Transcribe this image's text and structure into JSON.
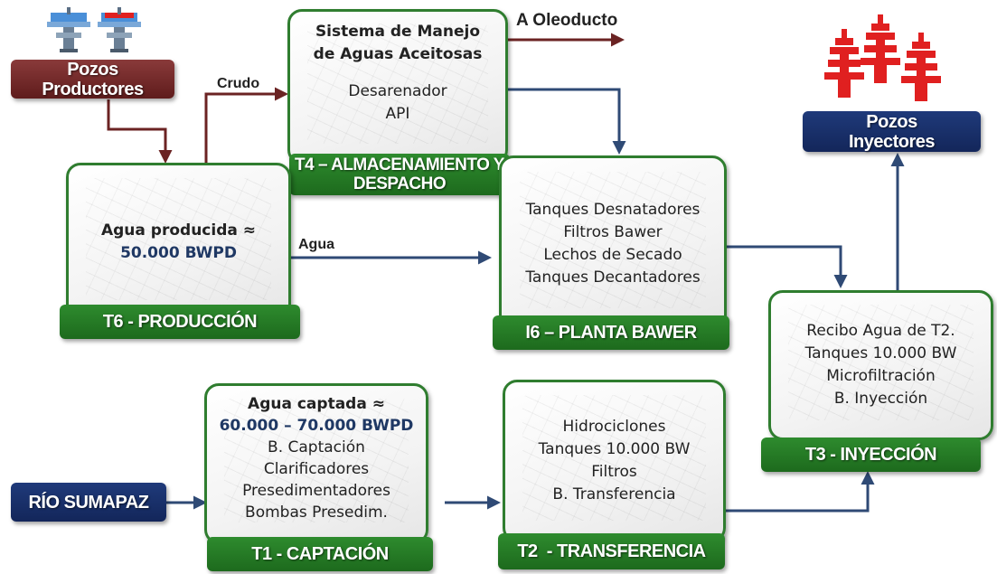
{
  "colors": {
    "green": "#2f7d2f",
    "navy": "#1f3864",
    "maroon": "#6b2323",
    "red_icon": "#e02020",
    "arrow_blue": "#2f4a75",
    "arrow_maroon": "#6b2323"
  },
  "icons": {
    "producer_wells": "wellhead-icon",
    "injector_wells": "christmas-tree-wellhead-icon"
  },
  "nodes": {
    "pozos_productores": "Pozos\nProductores",
    "pozos_inyectores": "Pozos\nInyectores",
    "rio": "RÍO SUMAPAZ"
  },
  "t4": {
    "title": "Sistema de Manejo\nde Aguas Aceitosas",
    "items": [
      "Desarenador",
      "API"
    ],
    "label": "T4 – ALMACENAMIENTO Y\nDESPACHO"
  },
  "t6": {
    "text": "Agua producida ≈",
    "value": "50.000 BWPD",
    "label": "T6 - PRODUCCIÓN"
  },
  "i6": {
    "items": [
      "Tanques Desnatadores",
      "Filtros Bawer",
      "Lechos de Secado",
      "Tanques Decantadores"
    ],
    "label": "I6 – PLANTA BAWER"
  },
  "t3": {
    "items": [
      "Recibo Agua de T2.",
      "Tanques 10.000 BW",
      "Microfiltración",
      "B. Inyección"
    ],
    "label": "T3 - INYECCIÓN"
  },
  "t1": {
    "text": "Agua captada ≈",
    "value": "60.000 – 70.000 BWPD",
    "items": [
      "B. Captación",
      "Clarificadores",
      "Presedimentadores",
      "Bombas Presedim."
    ],
    "label": "T1 - CAPTACIÓN"
  },
  "t2": {
    "items": [
      "Hidrociclones",
      "Tanques 10.000 BW",
      "Filtros",
      "B. Transferencia"
    ],
    "label": "T2  - TRANSFERENCIA"
  },
  "flows": {
    "crudo": "Crudo",
    "agua": "Agua",
    "oleoducto": "A Oleoducto"
  }
}
